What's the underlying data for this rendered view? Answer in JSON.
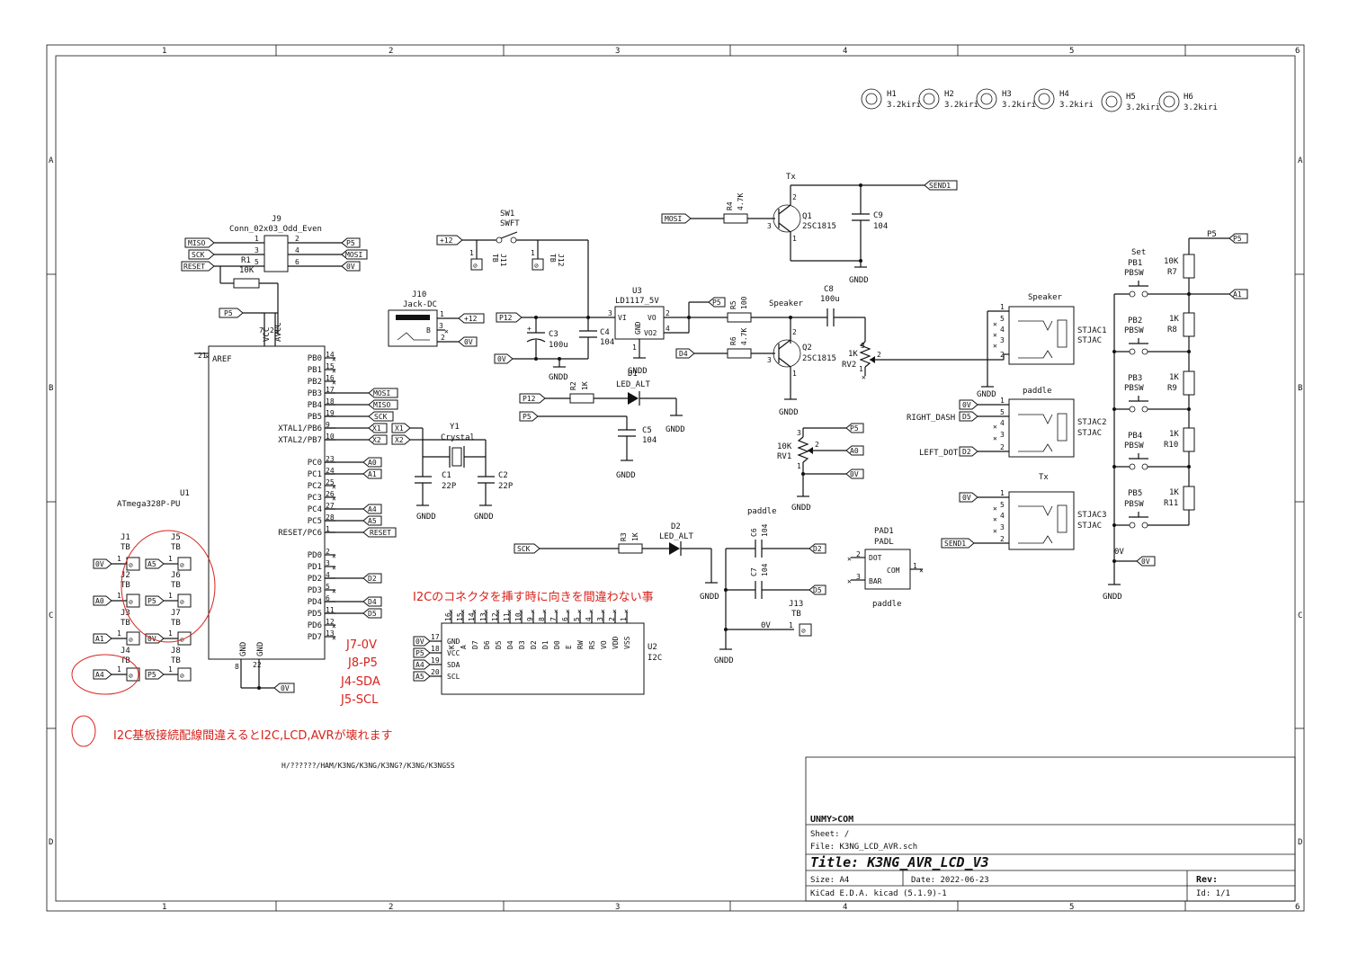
{
  "ruler": {
    "columns": [
      "1",
      "2",
      "3",
      "4",
      "5",
      "6"
    ],
    "rows": [
      "A",
      "B",
      "C",
      "D"
    ]
  },
  "mounting_holes": [
    {
      "ref": "H1",
      "label": "3.2kiri"
    },
    {
      "ref": "H2",
      "label": "3.2kiri"
    },
    {
      "ref": "H3",
      "label": "3.2kiri"
    },
    {
      "ref": "H4",
      "label": "3.2kiri"
    },
    {
      "ref": "H5",
      "label": "3.2kiri"
    },
    {
      "ref": "H6",
      "label": "3.2kiri"
    }
  ],
  "mcu": {
    "ref": "U1",
    "value": "ATmega328P-PU",
    "pin_left": [
      "AREF"
    ],
    "power_pins": [
      "VCC",
      "AVCC"
    ],
    "gnd_pins": [
      "GND",
      "GND"
    ],
    "pins_right": [
      {
        "name": "PB0",
        "num": "14"
      },
      {
        "name": "PB1",
        "num": "15"
      },
      {
        "name": "PB2",
        "num": "16"
      },
      {
        "name": "PB3",
        "num": "17"
      },
      {
        "name": "PB4",
        "num": "18"
      },
      {
        "name": "PB5",
        "num": "19"
      },
      {
        "name": "XTAL1/PB6",
        "num": "9"
      },
      {
        "name": "XTAL2/PB7",
        "num": "10"
      },
      {
        "name": "PC0",
        "num": "23"
      },
      {
        "name": "PC1",
        "num": "24"
      },
      {
        "name": "PC2",
        "num": "25"
      },
      {
        "name": "PC3",
        "num": "26"
      },
      {
        "name": "PC4",
        "num": "27"
      },
      {
        "name": "PC5",
        "num": "28"
      },
      {
        "name": "RESET/PC6",
        "num": "1"
      },
      {
        "name": "PD0",
        "num": "2"
      },
      {
        "name": "PD1",
        "num": "3"
      },
      {
        "name": "PD2",
        "num": "4"
      },
      {
        "name": "PD3",
        "num": "5"
      },
      {
        "name": "PD4",
        "num": "6"
      },
      {
        "name": "PD5",
        "num": "11"
      },
      {
        "name": "PD6",
        "num": "12"
      },
      {
        "name": "PD7",
        "num": "13"
      }
    ],
    "pin_nums_power": [
      "7",
      "20"
    ],
    "pin_nums_gnd": [
      "8",
      "22"
    ],
    "pin_num_aref": "21"
  },
  "net_labels": {
    "mosi": "MOSI",
    "miso": "MISO",
    "sck": "SCK",
    "reset": "RESET",
    "x1": "X1",
    "x2": "X2",
    "a0": "A0",
    "a1": "A1",
    "a4": "A4",
    "a5": "A5",
    "d2": "D2",
    "d4": "D4",
    "d5": "D5",
    "p5": "P5",
    "ov": "0V",
    "p12": "P12",
    "plus12": "+12",
    "send1": "SEND1",
    "gndd": "GNDD"
  },
  "j9": {
    "ref": "J9",
    "value": "Conn_02x03_Odd_Even",
    "pins": [
      "1",
      "2",
      "3",
      "4",
      "5",
      "6"
    ]
  },
  "r1": {
    "ref": "R1",
    "value": "10K"
  },
  "j10": {
    "ref": "J10",
    "value": "Jack-DC",
    "pins": [
      "1",
      "3",
      "2"
    ],
    "b": "B"
  },
  "sw1": {
    "ref": "SW1",
    "value": "SWFT"
  },
  "j11": {
    "ref": "J11",
    "value": "TB",
    "pin": "1"
  },
  "j12": {
    "ref": "J12",
    "value": "TB",
    "pin": "1"
  },
  "u3": {
    "ref": "U3",
    "value": "LD1117_5V",
    "vi": "VI",
    "vo": "VO",
    "vo2": "VO2",
    "gnd": "GND",
    "p3": "3",
    "p2": "2",
    "p4": "4",
    "p1": "1"
  },
  "c3": {
    "ref": "C3",
    "value": "100u",
    "plus": "+"
  },
  "c4": {
    "ref": "C4",
    "value": "104"
  },
  "c5": {
    "ref": "C5",
    "value": "104"
  },
  "d1": {
    "ref": "D1",
    "value": "LED_ALT"
  },
  "r2": {
    "ref": "R2",
    "value": "1K"
  },
  "y1": {
    "ref": "Y1",
    "value": "Crystal"
  },
  "c1": {
    "ref": "C1",
    "value": "22P"
  },
  "c2": {
    "ref": "C2",
    "value": "22P"
  },
  "q1": {
    "ref": "Q1",
    "value": "2SC1815",
    "label": "Tx",
    "pins": [
      "3",
      "2",
      "1"
    ]
  },
  "r4": {
    "ref": "R4",
    "value": "4.7K"
  },
  "c9": {
    "ref": "C9",
    "value": "104"
  },
  "q2": {
    "ref": "Q2",
    "value": "2SC1815",
    "label": "Speaker",
    "pins": [
      "3",
      "2",
      "1"
    ]
  },
  "r5": {
    "ref": "R5",
    "value": "100"
  },
  "r6": {
    "ref": "R6",
    "value": "4.7K"
  },
  "c8": {
    "ref": "C8",
    "value": "100u"
  },
  "rv2": {
    "ref": "RV2",
    "value": "1K",
    "pins": [
      "3",
      "2",
      "1"
    ]
  },
  "rv1": {
    "ref": "RV1",
    "value": "10K",
    "pins": [
      "3",
      "2",
      "1"
    ]
  },
  "stjac1": {
    "ref": "STJAC1",
    "value": "STJAC",
    "label": "Speaker",
    "pins": [
      "1",
      "5",
      "4",
      "3",
      "2"
    ]
  },
  "stjac2": {
    "ref": "STJAC2",
    "value": "STJAC",
    "label": "paddle",
    "right_dash": "RIGHT_DASH",
    "left_dot": "LEFT_DOT",
    "pins": [
      "1",
      "5",
      "4",
      "3",
      "2"
    ]
  },
  "stjac3": {
    "ref": "STJAC3",
    "value": "STJAC",
    "label": "Tx",
    "pins": [
      "1",
      "5",
      "4",
      "3",
      "2"
    ]
  },
  "buttons": [
    {
      "ref": "PB1",
      "value": "PBSW",
      "label": "Set"
    },
    {
      "ref": "PB2",
      "value": "PBSW"
    },
    {
      "ref": "PB3",
      "value": "PBSW"
    },
    {
      "ref": "PB4",
      "value": "PBSW"
    },
    {
      "ref": "PB5",
      "value": "PBSW"
    }
  ],
  "ladder": [
    {
      "ref": "R7",
      "value": "10K"
    },
    {
      "ref": "R8",
      "value": "1K"
    },
    {
      "ref": "R9",
      "value": "1K"
    },
    {
      "ref": "R10",
      "value": "1K"
    },
    {
      "ref": "R11",
      "value": "1K"
    }
  ],
  "r3": {
    "ref": "R3",
    "value": "1K"
  },
  "d2": {
    "ref": "D2",
    "value": "LED_ALT"
  },
  "c6": {
    "ref": "C6",
    "value": "104",
    "label": "paddle"
  },
  "c7": {
    "ref": "C7",
    "value": "104"
  },
  "pad1": {
    "ref": "PAD1",
    "value": "PADL",
    "dot": "DOT",
    "com": "COM",
    "bar": "BAR",
    "label": "paddle",
    "pins": [
      "2",
      "3",
      "1"
    ]
  },
  "j13": {
    "ref": "J13",
    "value": "TB",
    "pin": "1",
    "net": "0V"
  },
  "u2": {
    "ref": "U2",
    "value": "I2C",
    "top_pins": [
      "K",
      "A",
      "D7",
      "D6",
      "D5",
      "D4",
      "D3",
      "D2",
      "D1",
      "D0",
      "E",
      "RW",
      "RS",
      "VO",
      "VDD",
      "VSS"
    ],
    "top_nums": [
      "16",
      "15",
      "14",
      "13",
      "12",
      "11",
      "10",
      "9",
      "8",
      "7",
      "6",
      "5",
      "4",
      "3",
      "2",
      "1"
    ],
    "left_pins": [
      {
        "name": "GND",
        "num": "17"
      },
      {
        "name": "VCC",
        "num": "18"
      },
      {
        "name": "SDA",
        "num": "19"
      },
      {
        "name": "SCL",
        "num": "20"
      }
    ]
  },
  "headers": [
    {
      "ref": "J1",
      "value": "TB",
      "net": "0V"
    },
    {
      "ref": "J2",
      "value": "TB",
      "net": "A0"
    },
    {
      "ref": "J3",
      "value": "TB",
      "net": "A1"
    },
    {
      "ref": "J4",
      "value": "TB",
      "net": "A4"
    },
    {
      "ref": "J5",
      "value": "TB",
      "net": "A5"
    },
    {
      "ref": "J6",
      "value": "TB",
      "net": "P5"
    },
    {
      "ref": "J7",
      "value": "TB",
      "net": "0V"
    },
    {
      "ref": "J8",
      "value": "TB",
      "net": "P5"
    }
  ],
  "notes": {
    "mapping": [
      "J7-0V",
      "J8-P5",
      "J4-SDA",
      "J5-SCL"
    ],
    "connector_warning": "I2Cのコネクタを挿す時に向きを間違わない事",
    "board_warning": "I2C基板接続配線間違えるとI2C,LCD,AVRが壊れます",
    "path": "H/??????/HAM/K3NG/K3NG/K3NG?/K3NG/K3NGSS"
  },
  "title_block": {
    "company": "UNMY>COM",
    "sheet": "Sheet: /",
    "file": "File: K3NG_LCD_AVR.sch",
    "title": "Title:  K3NG_AVR_LCD_V3",
    "size": "Size: A4",
    "date": "Date: 2022-06-23",
    "rev": "Rev:",
    "tool": "KiCad E.D.A.  kicad (5.1.9)-1",
    "id": "Id: 1/1"
  }
}
